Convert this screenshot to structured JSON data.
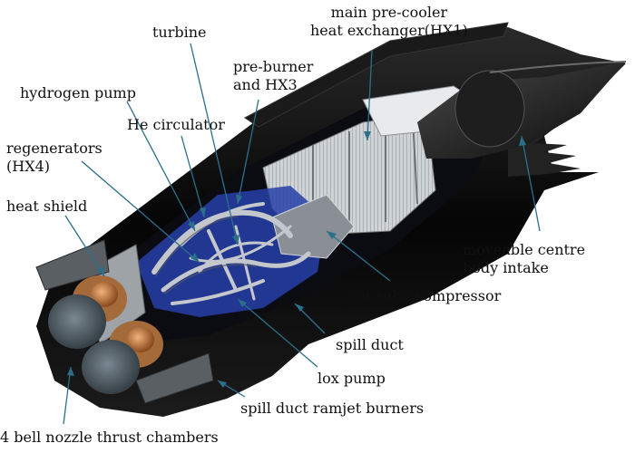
{
  "labels": {
    "main_precooler": [
      "main pre-cooler",
      "heat exchanger(HX1)"
    ],
    "turbine": "turbine",
    "preburner": [
      "pre-burner",
      "and HX3"
    ],
    "hydrogen_pump": "hydrogen pump",
    "he_circulator": "He circulator",
    "regenerators": [
      "regenerators",
      "(HX4)"
    ],
    "heat_shield": "heat shield",
    "moveable_centre_body": [
      "moveable centre",
      "body intake"
    ],
    "air_turbo_compressor": "air tubo-compressor",
    "spill_duct": "spill duct",
    "lox_pump": "lox pump",
    "spill_duct_ramjet_burners": "spill duct ramjet burners",
    "bell_nozzles": "4 bell nozzle thrust chambers"
  },
  "colors": {
    "label_text": "#111111",
    "leader_line": "#2b6f8a",
    "nacelle": "#0d0d0d",
    "precooler_tubes": "#d9dcde",
    "engine_core_blue": "#2740a8",
    "plumbing": "#b9bdc2",
    "nozzle": "#4d5962",
    "copper": "#c47a3c"
  }
}
